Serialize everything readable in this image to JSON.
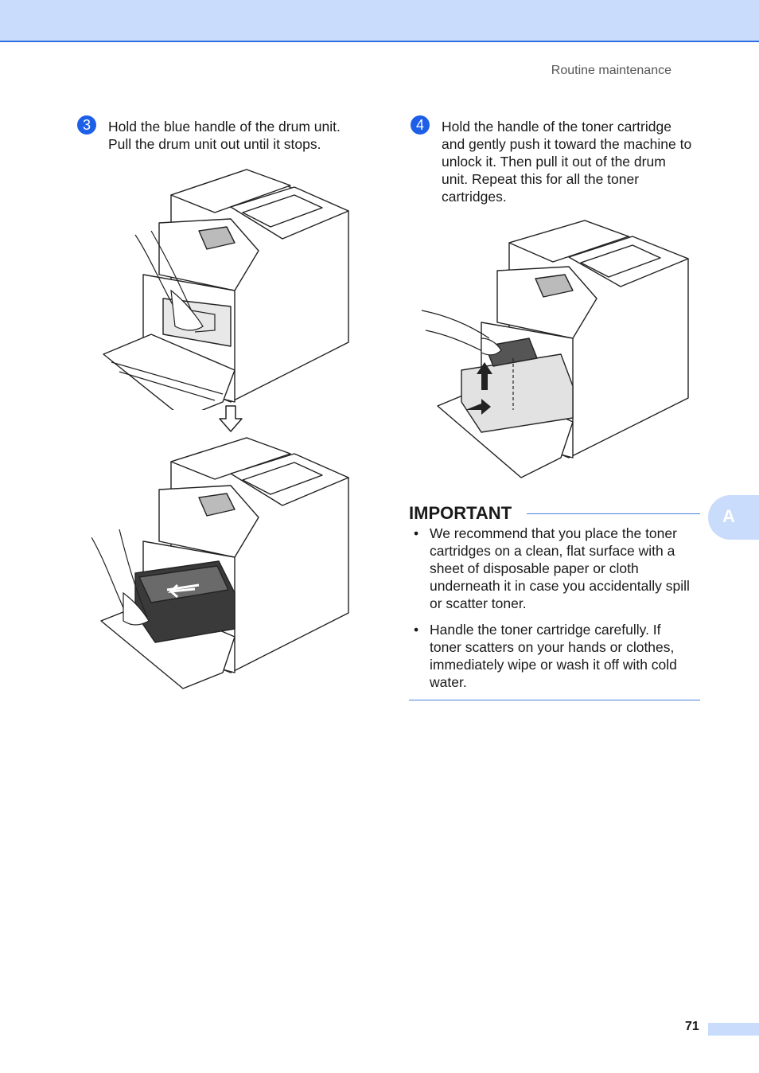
{
  "header": {
    "title": "Routine maintenance"
  },
  "colors": {
    "accent": "#1e5fe8",
    "topbar": "#c9dcfb",
    "rule": "#4a7fe0"
  },
  "steps": [
    {
      "number": "3",
      "lines": [
        "Hold the blue handle of the drum unit.",
        "Pull the drum unit out until it stops."
      ]
    },
    {
      "number": "4",
      "lines": [
        "Hold the handle of the toner cartridge",
        "and gently push it toward the machine to",
        "unlock it. Then pull it out of the drum",
        "unit. Repeat this for all the toner",
        "cartridges."
      ]
    }
  ],
  "important": {
    "title": "IMPORTANT",
    "bullets": [
      {
        "symbol": "•",
        "lines": [
          "We recommend that you place the toner",
          "cartridges on a clean, flat surface with a",
          "sheet of disposable paper or cloth",
          "underneath it in case you accidentally spill",
          "or scatter toner."
        ]
      },
      {
        "symbol": "•",
        "lines": [
          "Handle the toner cartridge carefully. If",
          "toner scatters on your hands or clothes,",
          "immediately wipe or wash it off with cold",
          "water."
        ]
      }
    ]
  },
  "side_tab": {
    "label": "A"
  },
  "footer": {
    "page_number": "71"
  },
  "icons": [
    "printer-drum-out-illustration",
    "arrow-down-icon",
    "printer-toner-removal-illustration"
  ]
}
